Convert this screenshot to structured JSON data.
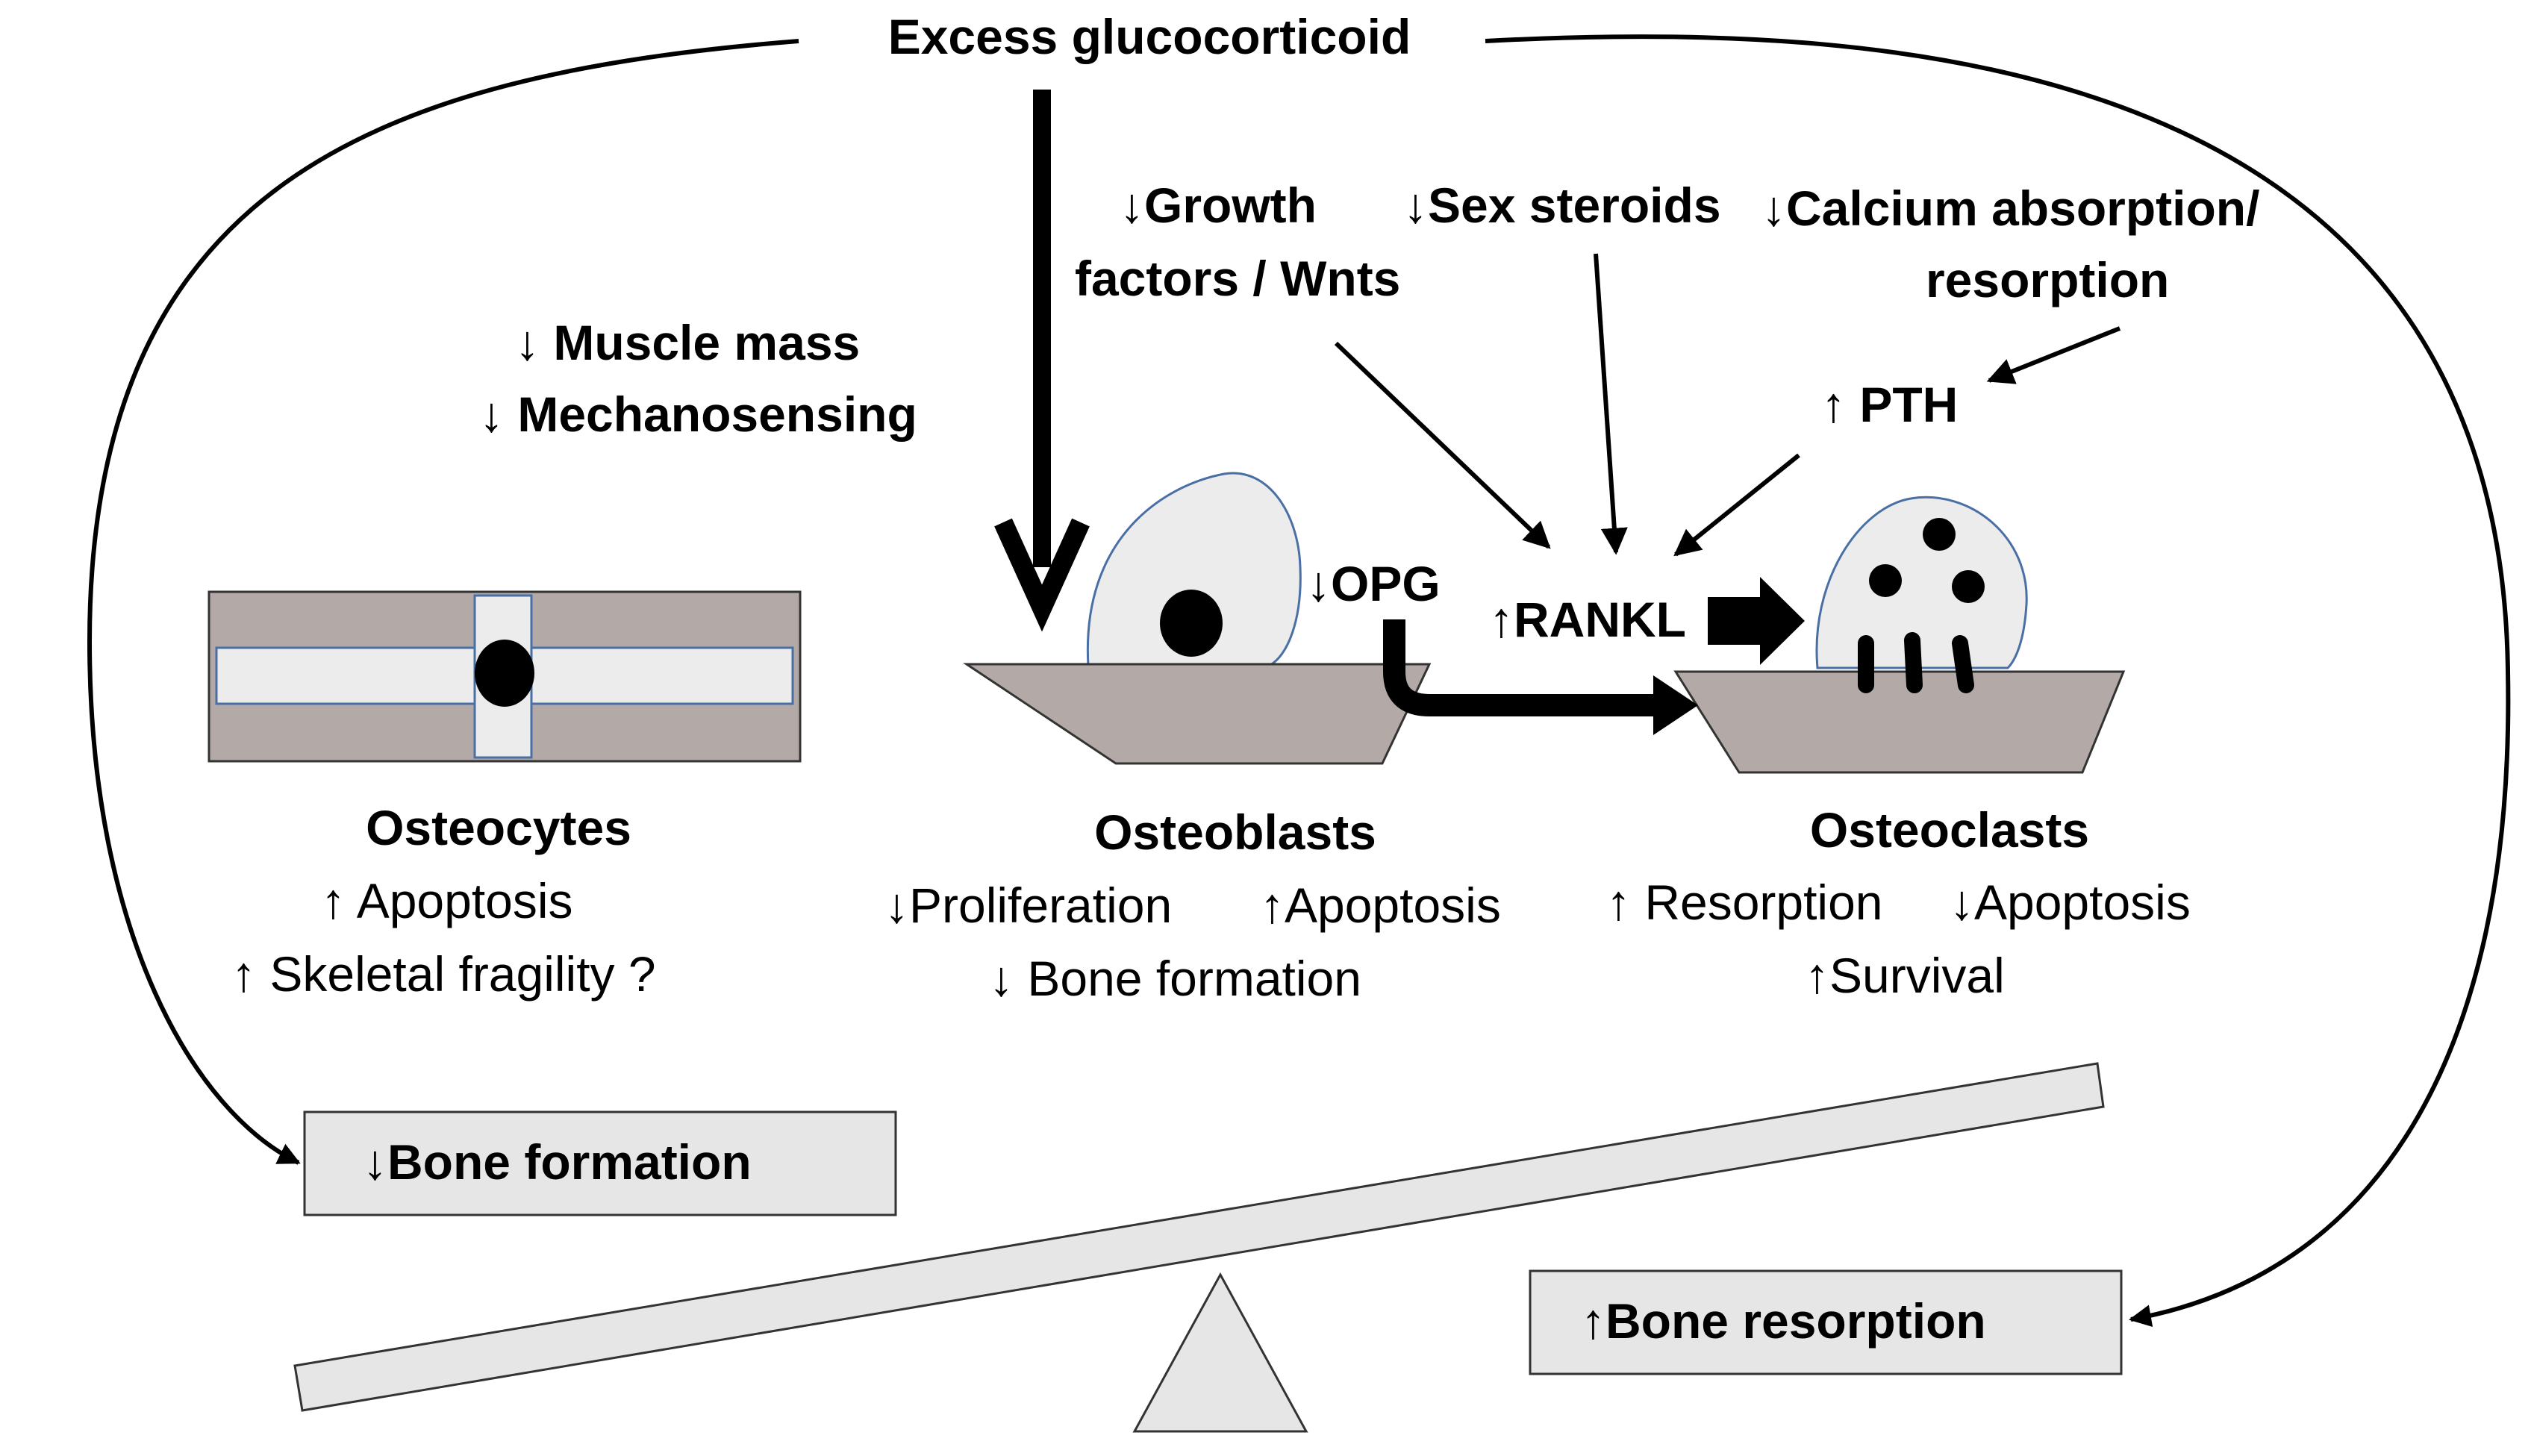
{
  "title": "Excess glucocorticoid",
  "factors": {
    "growth_line1": "↓Growth",
    "growth_line2": "factors / Wnts",
    "sex_steroids": "↓Sex steroids",
    "calcium_line1": "↓Calcium absorption/",
    "calcium_line2": "resorption",
    "pth": "↑ PTH",
    "muscle_mass": "↓  Muscle mass",
    "mechanosensing": "↓ Mechanosensing",
    "opg": "↓OPG",
    "rankl": "↑RANKL"
  },
  "cells": {
    "osteocytes": {
      "title": "Osteocytes",
      "line1": "↑ Apoptosis",
      "line2": "↑ Skeletal fragility ?"
    },
    "osteoblasts": {
      "title": "Osteoblasts",
      "line1a": "↓Proliferation",
      "line1b": "↑Apoptosis",
      "line2": "↓ Bone formation"
    },
    "osteoclasts": {
      "title": "Osteoclasts",
      "line1a": "↑ Resorption",
      "line1b": "↓Apoptosis",
      "line2": "↑Survival"
    }
  },
  "balance": {
    "left_box": "↓Bone formation",
    "right_box": "↑Bone resorption"
  },
  "colors": {
    "cell_fill": "#ececec",
    "cell_stroke": "#4a6fa5",
    "matrix_fill": "#b3aaa8",
    "box_fill": "#e6e6e6"
  }
}
